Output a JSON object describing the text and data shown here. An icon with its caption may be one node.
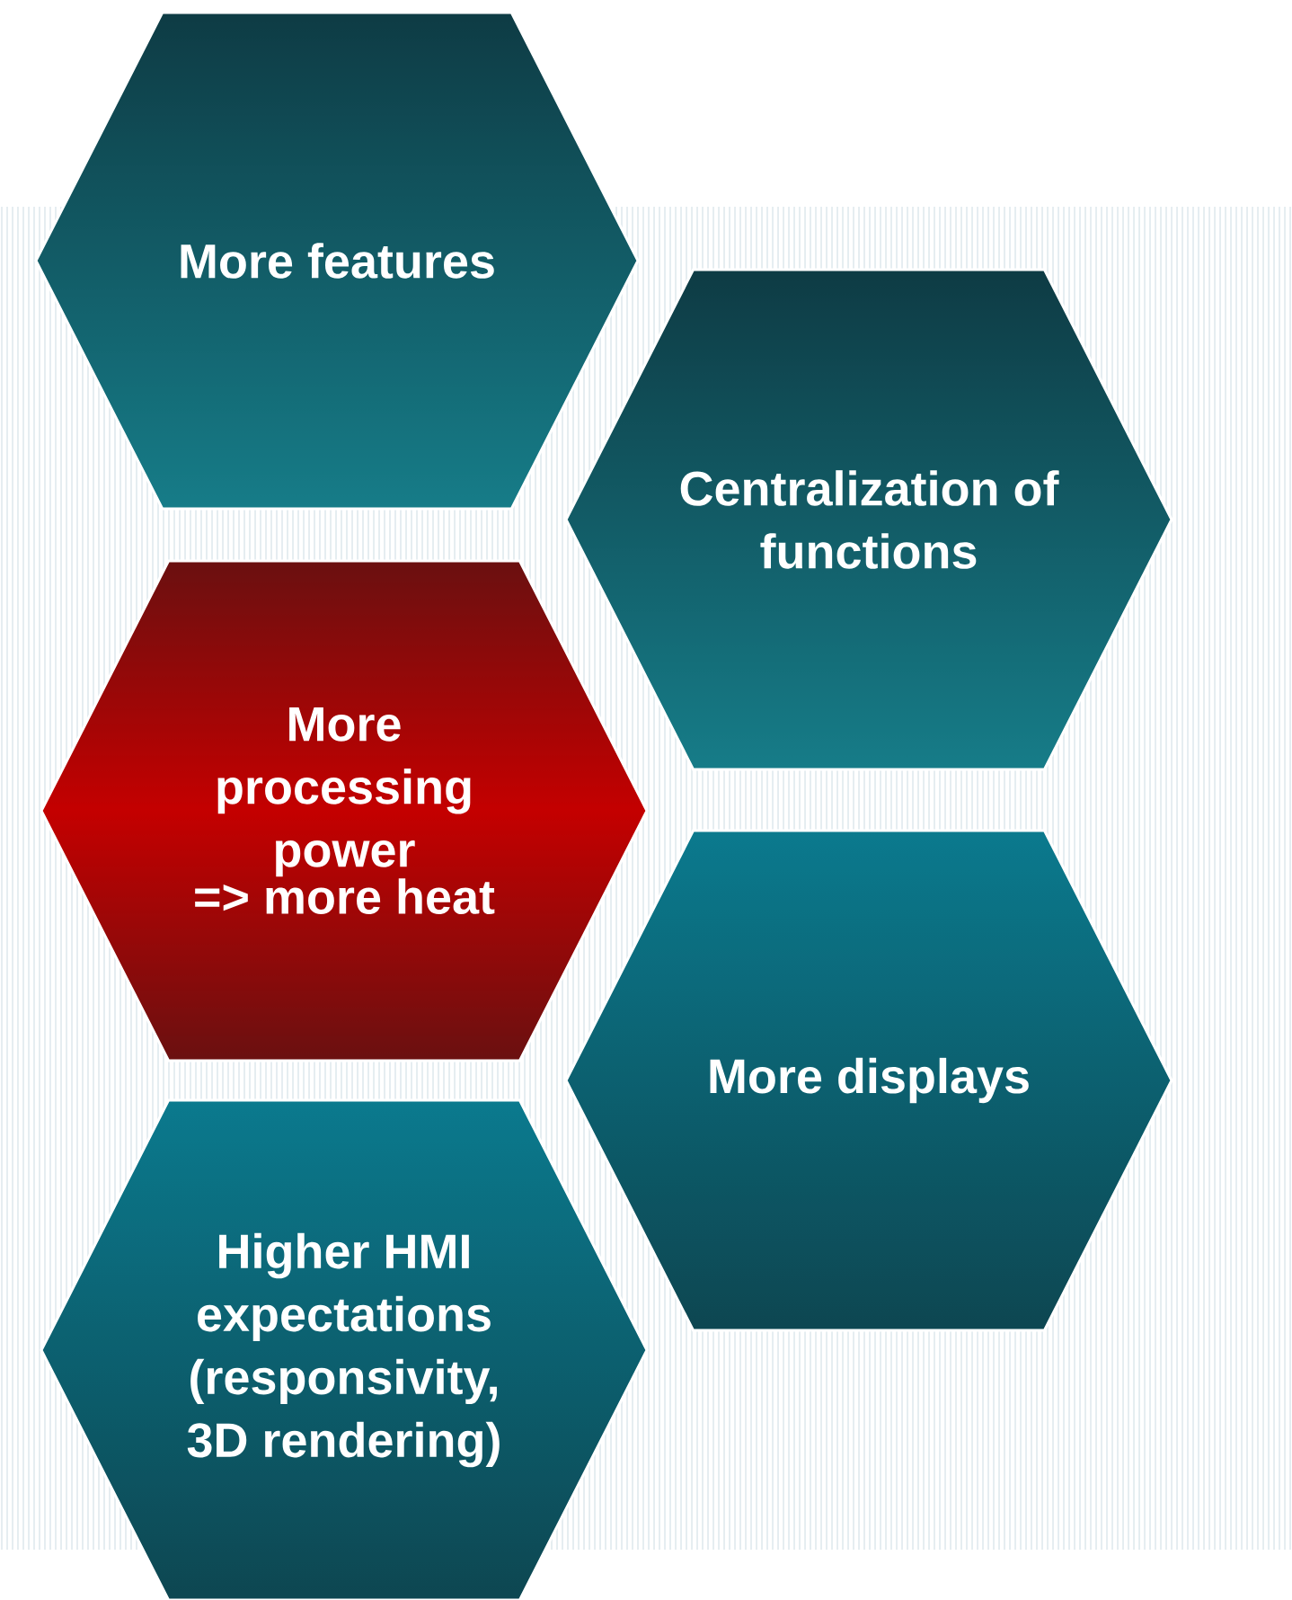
{
  "diagram": {
    "nodes": [
      {
        "text": [
          "More features"
        ]
      },
      {
        "text": [
          "Centralization of functions"
        ]
      },
      {
        "text": [
          "More processing power",
          "=> more heat"
        ]
      },
      {
        "text": [
          "More displays"
        ]
      },
      {
        "text": [
          "Higher HMI expectations (responsivity, 3D rendering)"
        ]
      }
    ]
  }
}
